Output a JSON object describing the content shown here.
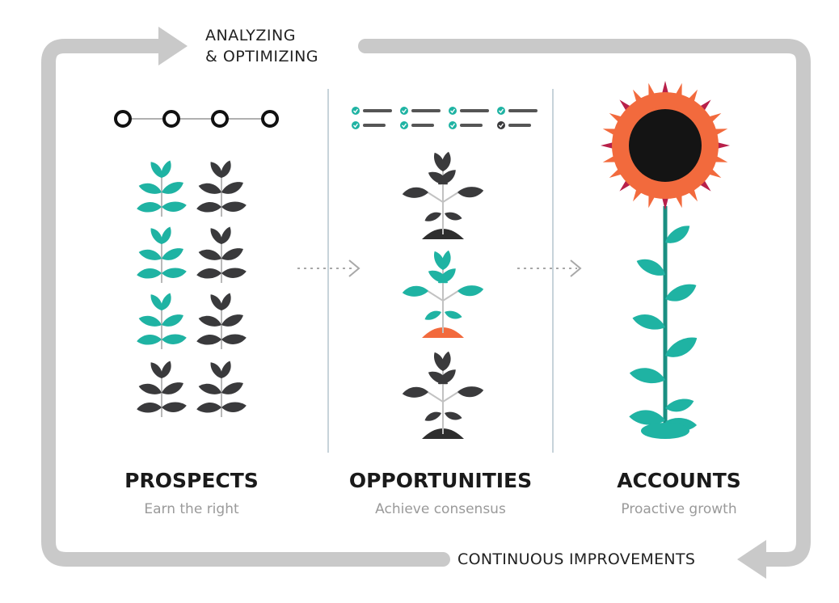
{
  "loop": {
    "top_line1": "ANALYZING",
    "top_line2": "& OPTIMIZING",
    "bottom": "CONTINUOUS IMPROVEMENTS"
  },
  "stages": [
    {
      "title": "PROSPECTS",
      "subtitle": "Earn the right"
    },
    {
      "title": "OPPORTUNITIES",
      "subtitle": "Achieve consensus"
    },
    {
      "title": "ACCOUNTS",
      "subtitle": "Proactive growth"
    }
  ],
  "colors": {
    "teal": "#1fb3a3",
    "dark": "#3a3a3c",
    "gray_loop": "#c9c9c9",
    "orange": "#f26a3d",
    "crimson": "#b8204a",
    "center": "#141414",
    "divider": "#c7d3da"
  },
  "prospects_grid": [
    [
      "teal",
      "dark"
    ],
    [
      "teal",
      "dark"
    ],
    [
      "teal",
      "dark"
    ],
    [
      "dark",
      "dark"
    ]
  ],
  "opportunity_plants": [
    "dark",
    "teal",
    "dark"
  ],
  "checklist_states": [
    "done",
    "done",
    "done",
    "pending"
  ]
}
